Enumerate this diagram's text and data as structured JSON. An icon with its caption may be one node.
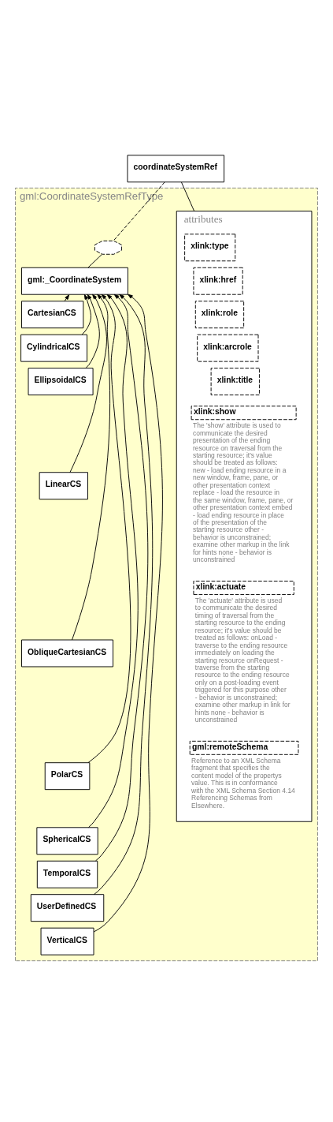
{
  "diagram": {
    "nodes": [
      {
        "text": [
          "coordinateSystemRef"
        ]
      },
      {
        "text": [
          "gml:CoordinateSystemRefType"
        ]
      },
      {
        "text": [
          "attributes"
        ],
        "in": 1
      },
      {
        "text": [
          "xlink:type"
        ],
        "in": 2
      },
      {
        "text": [
          "xlink:href"
        ],
        "in": 2
      },
      {
        "text": [
          "xlink:role"
        ],
        "in": 2
      },
      {
        "text": [
          "xlink:arcrole"
        ],
        "in": 2
      },
      {
        "text": [
          "xlink:title"
        ],
        "in": 2
      },
      {
        "text": [
          "xlink:show"
        ],
        "in": 2,
        "beside": [
          "The 'show' attribute is used to communicate the desired presentation of the ending resource on traversal from the starting resource; it's value should be treated as follows: new - load ending resource in a new window, frame, pane, or other presentation context replace - load the resource in the same window, frame, pane, or other presentation context embed - load ending resource in place of the presentation of the starting resource other - behavior is unconstrained; examine other markup in the link for hints none - behavior is unconstrained"
        ]
      },
      {
        "text": [
          "xlink:actuate"
        ],
        "in": 2,
        "beside": [
          "The 'actuate' attribute is used to communicate the desired timing of traversal from the starting resource to the ending resource; it's value should be treated as follows: onLoad - traverse to the ending resource immediately on loading the starting resource onRequest - traverse from the starting resource to the ending resource only on a post-loading event triggered for this purpose other - behavior is unconstrained; examine other markup in link for hints none - behavior is unconstrained"
        ]
      },
      {
        "text": [
          "gml:remoteSchema"
        ],
        "in": 2,
        "beside": [
          "Reference to an XML Schema fragment that specifies the content model of the propertys value. This is in conformance with the XML Schema Section 4.14 Referencing Schemas from Elsewhere."
        ]
      },
      {
        "text": [],
        "shape": "octagon",
        "in": 1
      },
      {
        "text": [
          "gml:_CoordinateSystem"
        ],
        "in": 1
      },
      {
        "text": [
          "CartesianCS"
        ],
        "in": 1
      },
      {
        "text": [
          "CylindricalCS"
        ],
        "in": 1
      },
      {
        "text": [
          "EllipsoidalCS"
        ],
        "in": 1
      },
      {
        "text": [
          "LinearCS"
        ],
        "in": 1
      },
      {
        "text": [
          "ObliqueCartesianCS"
        ],
        "in": 1
      },
      {
        "text": [
          "PolarCS"
        ],
        "in": 1
      },
      {
        "text": [
          "SphericalCS"
        ],
        "in": 1
      },
      {
        "text": [
          "TemporalCS"
        ],
        "in": 1
      },
      {
        "text": [
          "UserDefinedCS"
        ],
        "in": 1
      },
      {
        "text": [
          "VerticalCS"
        ],
        "in": 1
      }
    ],
    "edges": [
      {
        "from": 0,
        "to": 2,
        "arrow": "none"
      },
      {
        "from": 0,
        "to": 11,
        "arrow": "none",
        "style": "dashed"
      },
      {
        "from": 11,
        "to": 12,
        "arrow": "none"
      },
      {
        "from": 13,
        "to": 12,
        "arrow": "to"
      },
      {
        "from": 14,
        "to": 12,
        "arrow": "to"
      },
      {
        "from": 15,
        "to": 12,
        "arrow": "to"
      },
      {
        "from": 16,
        "to": 12,
        "arrow": "to"
      },
      {
        "from": 17,
        "to": 12,
        "arrow": "to"
      },
      {
        "from": 18,
        "to": 12,
        "arrow": "to"
      },
      {
        "from": 19,
        "to": 12,
        "arrow": "to"
      },
      {
        "from": 20,
        "to": 12,
        "arrow": "to"
      },
      {
        "from": 21,
        "to": 12,
        "arrow": "to"
      },
      {
        "from": 22,
        "to": 12,
        "arrow": "to"
      }
    ]
  }
}
